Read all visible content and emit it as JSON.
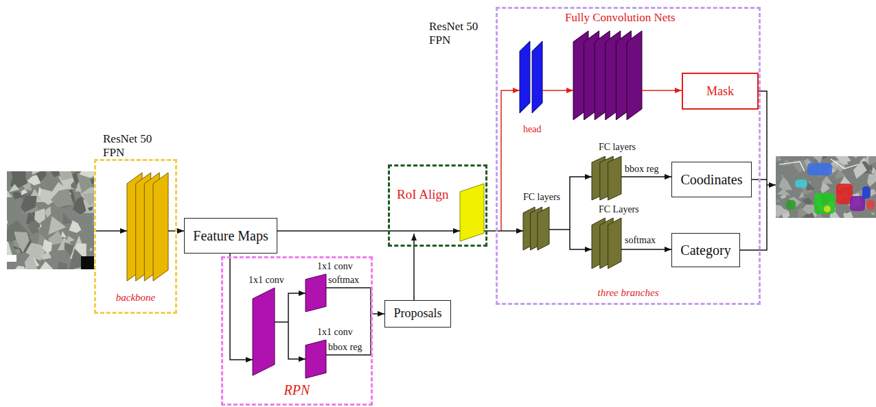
{
  "diagram": {
    "nodes": [
      {
        "text": [
          "ResNet 50 FPN",
          "backbone"
        ]
      },
      {
        "text": [
          "Feature Maps"
        ]
      },
      {
        "text": [
          "RPN"
        ]
      },
      {
        "text": [
          "Proposals"
        ]
      },
      {
        "text": [
          "RoI Align"
        ]
      },
      {
        "text": [
          "ResNet 50 FPN",
          "three branches"
        ]
      },
      {
        "text": [
          "Mask"
        ],
        "in": 5
      },
      {
        "text": [
          "Coodinates"
        ],
        "in": 5
      },
      {
        "text": [
          "Category"
        ],
        "in": 5
      }
    ],
    "edges": [
      {
        "from": 0,
        "to": 1,
        "arrow": "to"
      },
      {
        "from": 1,
        "to": 2,
        "arrow": "to"
      },
      {
        "from": 2,
        "to": 3,
        "arrow": "to"
      },
      {
        "from": 1,
        "to": 4,
        "arrow": "to"
      },
      {
        "from": 3,
        "to": 4,
        "arrow": "to"
      },
      {
        "from": 4,
        "to": 5,
        "arrow": "to"
      }
    ],
    "labels": [
      "1x1 conv",
      "1x1 conv",
      "softmax",
      "1x1 conv",
      "bbox reg",
      "Fully Convolution Nets",
      "head",
      "FC layers",
      "FC layers",
      "bbox reg",
      "FC Layers",
      "softmax"
    ]
  }
}
